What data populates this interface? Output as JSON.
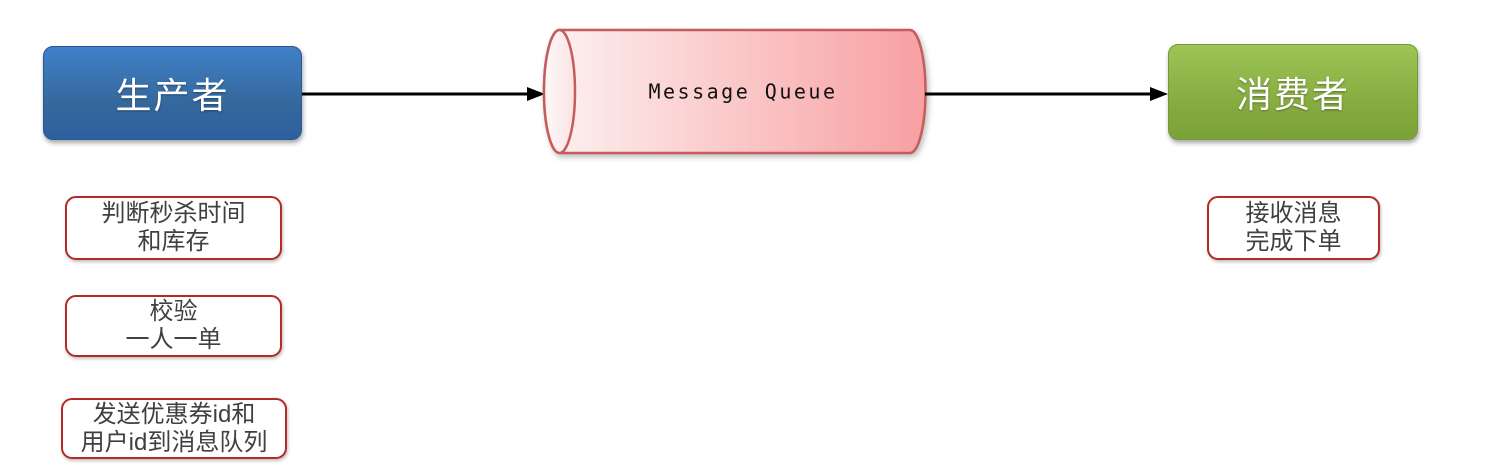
{
  "diagram": {
    "producer": {
      "label": "生产者",
      "fill_top": "#4080c8",
      "fill_bottom": "#2e5f9e"
    },
    "queue": {
      "label": "Message Queue",
      "fill_light": "#fdf2f2",
      "fill_dark": "#f7a0a2",
      "border_color": "#c55d5d"
    },
    "consumer": {
      "label": "消费者",
      "fill_top": "#9dc455",
      "fill_bottom": "#7ba139"
    },
    "arrow_color": "#000000",
    "note_border_color": "#b32a26",
    "note_text_color": "#404040",
    "producer_notes": [
      {
        "line1": "判断秒杀时间",
        "line2": "和库存"
      },
      {
        "line1": "校验",
        "line2": "一人一单"
      },
      {
        "line1": "发送优惠券id和",
        "line2": "用户id到消息队列"
      }
    ],
    "consumer_notes": [
      {
        "line1": "接收消息",
        "line2": "完成下单"
      }
    ]
  }
}
